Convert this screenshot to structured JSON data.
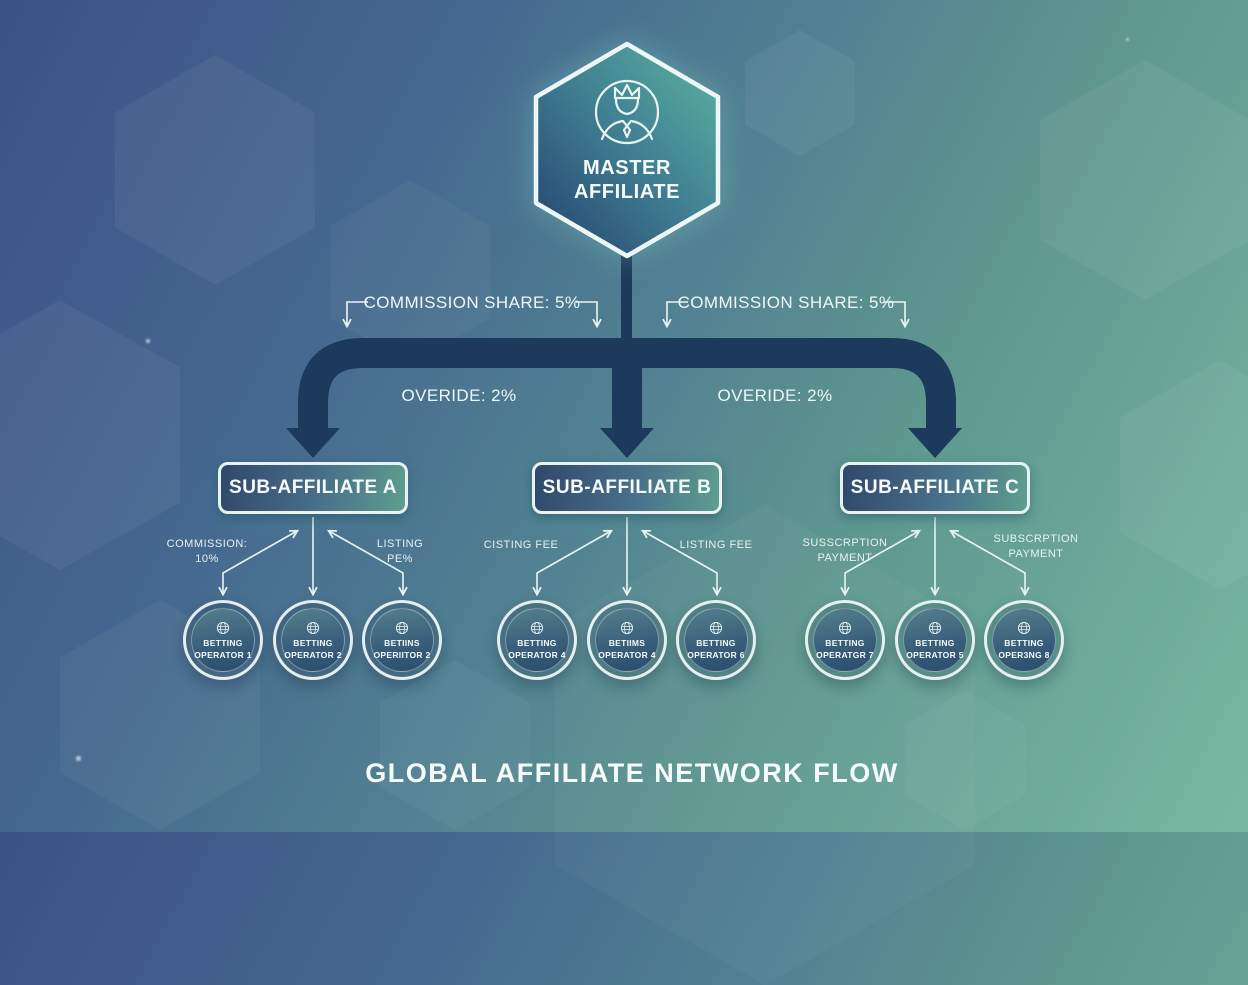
{
  "footer_title": "GLOBAL AFFILIATE NETWORK FLOW",
  "master": {
    "line1": "MASTER",
    "line2": "AFFILIATE",
    "icon": "crowned-user-icon"
  },
  "branches": {
    "left": {
      "commission": "COMMISSION SHARE: 5%",
      "override": "OVERIDE: 2%"
    },
    "right": {
      "commission": "COMMISSION SHARE: 5%",
      "override": "OVERIDE: 2%"
    }
  },
  "groups": [
    {
      "box": "SUB-AFFILIATE A",
      "left_note": [
        "COMMISSION:",
        "10%"
      ],
      "right_note": [
        "LISTING",
        "PE%"
      ],
      "operators": [
        [
          "BETTING",
          "OPERATOR 1"
        ],
        [
          "BETTING",
          "OPERATOR 2"
        ],
        [
          "BETIINS",
          "OPERIITOR 2"
        ]
      ]
    },
    {
      "box": "SUB-AFFILIATE B",
      "left_note": [
        "CISTING FEE"
      ],
      "right_note": [
        "LISTING FEE"
      ],
      "operators": [
        [
          "BETTING",
          "OPERATOR 4"
        ],
        [
          "BETIIMS",
          "OPERATOR 4"
        ],
        [
          "BETTING",
          "OPERATOR 6"
        ]
      ]
    },
    {
      "box": "SUB-AFFILIATE C",
      "left_note": [
        "SUSSCRPTION",
        "PAYMENT"
      ],
      "right_note": [
        "SUBSCRPTION",
        "PAYMENT"
      ],
      "operators": [
        [
          "BETTING",
          "OPERATGR 7"
        ],
        [
          "BETTING",
          "OPERATOR 5"
        ],
        [
          "BETTING",
          "OPER3NG 8"
        ]
      ]
    }
  ],
  "icons": {
    "master": "crowned-user-icon",
    "operator": "globe-icon"
  },
  "colors": {
    "bg_top_left": "#3c5187",
    "bg_mid_teal": "#517f92",
    "bg_bottom_right": "#79b9a2",
    "connector_navy": "#1c3a5c",
    "node_dark": "#30486b",
    "node_teal": "#5e9e8f",
    "hex_teal_bright": "#5cb5a0",
    "text_white": "#f4fbfa"
  }
}
